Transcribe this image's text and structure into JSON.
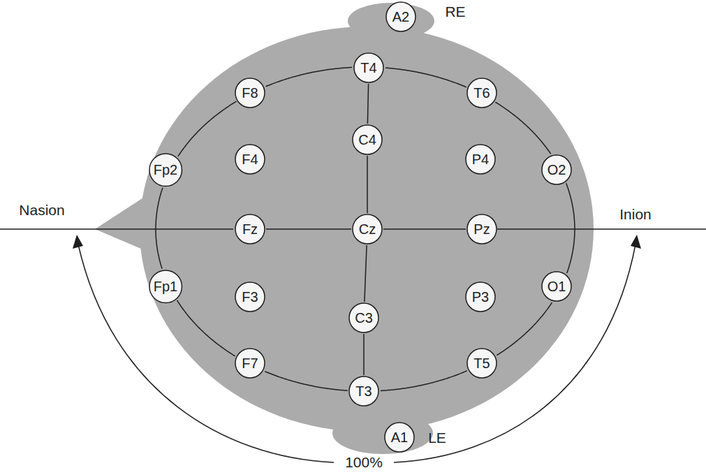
{
  "diagram": {
    "nodes": [
      {
        "text": [
          "A2"
        ]
      },
      {
        "text": [
          "T4"
        ]
      },
      {
        "text": [
          "F8"
        ]
      },
      {
        "text": [
          "T6"
        ]
      },
      {
        "text": [
          "C4"
        ]
      },
      {
        "text": [
          "Fp2"
        ]
      },
      {
        "text": [
          "F4"
        ]
      },
      {
        "text": [
          "P4"
        ]
      },
      {
        "text": [
          "O2"
        ]
      },
      {
        "text": [
          "Fz"
        ]
      },
      {
        "text": [
          "Cz"
        ]
      },
      {
        "text": [
          "Pz"
        ]
      },
      {
        "text": [
          "Fp1"
        ]
      },
      {
        "text": [
          "F3"
        ]
      },
      {
        "text": [
          "P3"
        ]
      },
      {
        "text": [
          "O1"
        ]
      },
      {
        "text": [
          "C3"
        ]
      },
      {
        "text": [
          "F7"
        ]
      },
      {
        "text": [
          "T5"
        ]
      },
      {
        "text": [
          "T3"
        ]
      },
      {
        "text": [
          "A1"
        ]
      }
    ],
    "edges": [
      {
        "from": 1,
        "to": 3,
        "arrow": "none"
      },
      {
        "from": 3,
        "to": 8,
        "arrow": "none"
      },
      {
        "from": 8,
        "to": 15,
        "arrow": "none"
      },
      {
        "from": 15,
        "to": 18,
        "arrow": "none"
      },
      {
        "from": 18,
        "to": 19,
        "arrow": "none"
      },
      {
        "from": 19,
        "to": 17,
        "arrow": "none"
      },
      {
        "from": 17,
        "to": 12,
        "arrow": "none"
      },
      {
        "from": 12,
        "to": 5,
        "arrow": "none"
      },
      {
        "from": 5,
        "to": 2,
        "arrow": "none"
      },
      {
        "from": 2,
        "to": 1,
        "arrow": "none"
      },
      {
        "from": 1,
        "to": 4,
        "arrow": "none"
      },
      {
        "from": 4,
        "to": 10,
        "arrow": "none"
      },
      {
        "from": 10,
        "to": 16,
        "arrow": "none"
      },
      {
        "from": 16,
        "to": 19,
        "arrow": "none"
      },
      {
        "from": 9,
        "to": 10,
        "arrow": "none"
      },
      {
        "from": 10,
        "to": 11,
        "arrow": "none"
      }
    ],
    "labels": [
      "RE",
      "Nasion",
      "Inion",
      "LE",
      "100%"
    ]
  }
}
